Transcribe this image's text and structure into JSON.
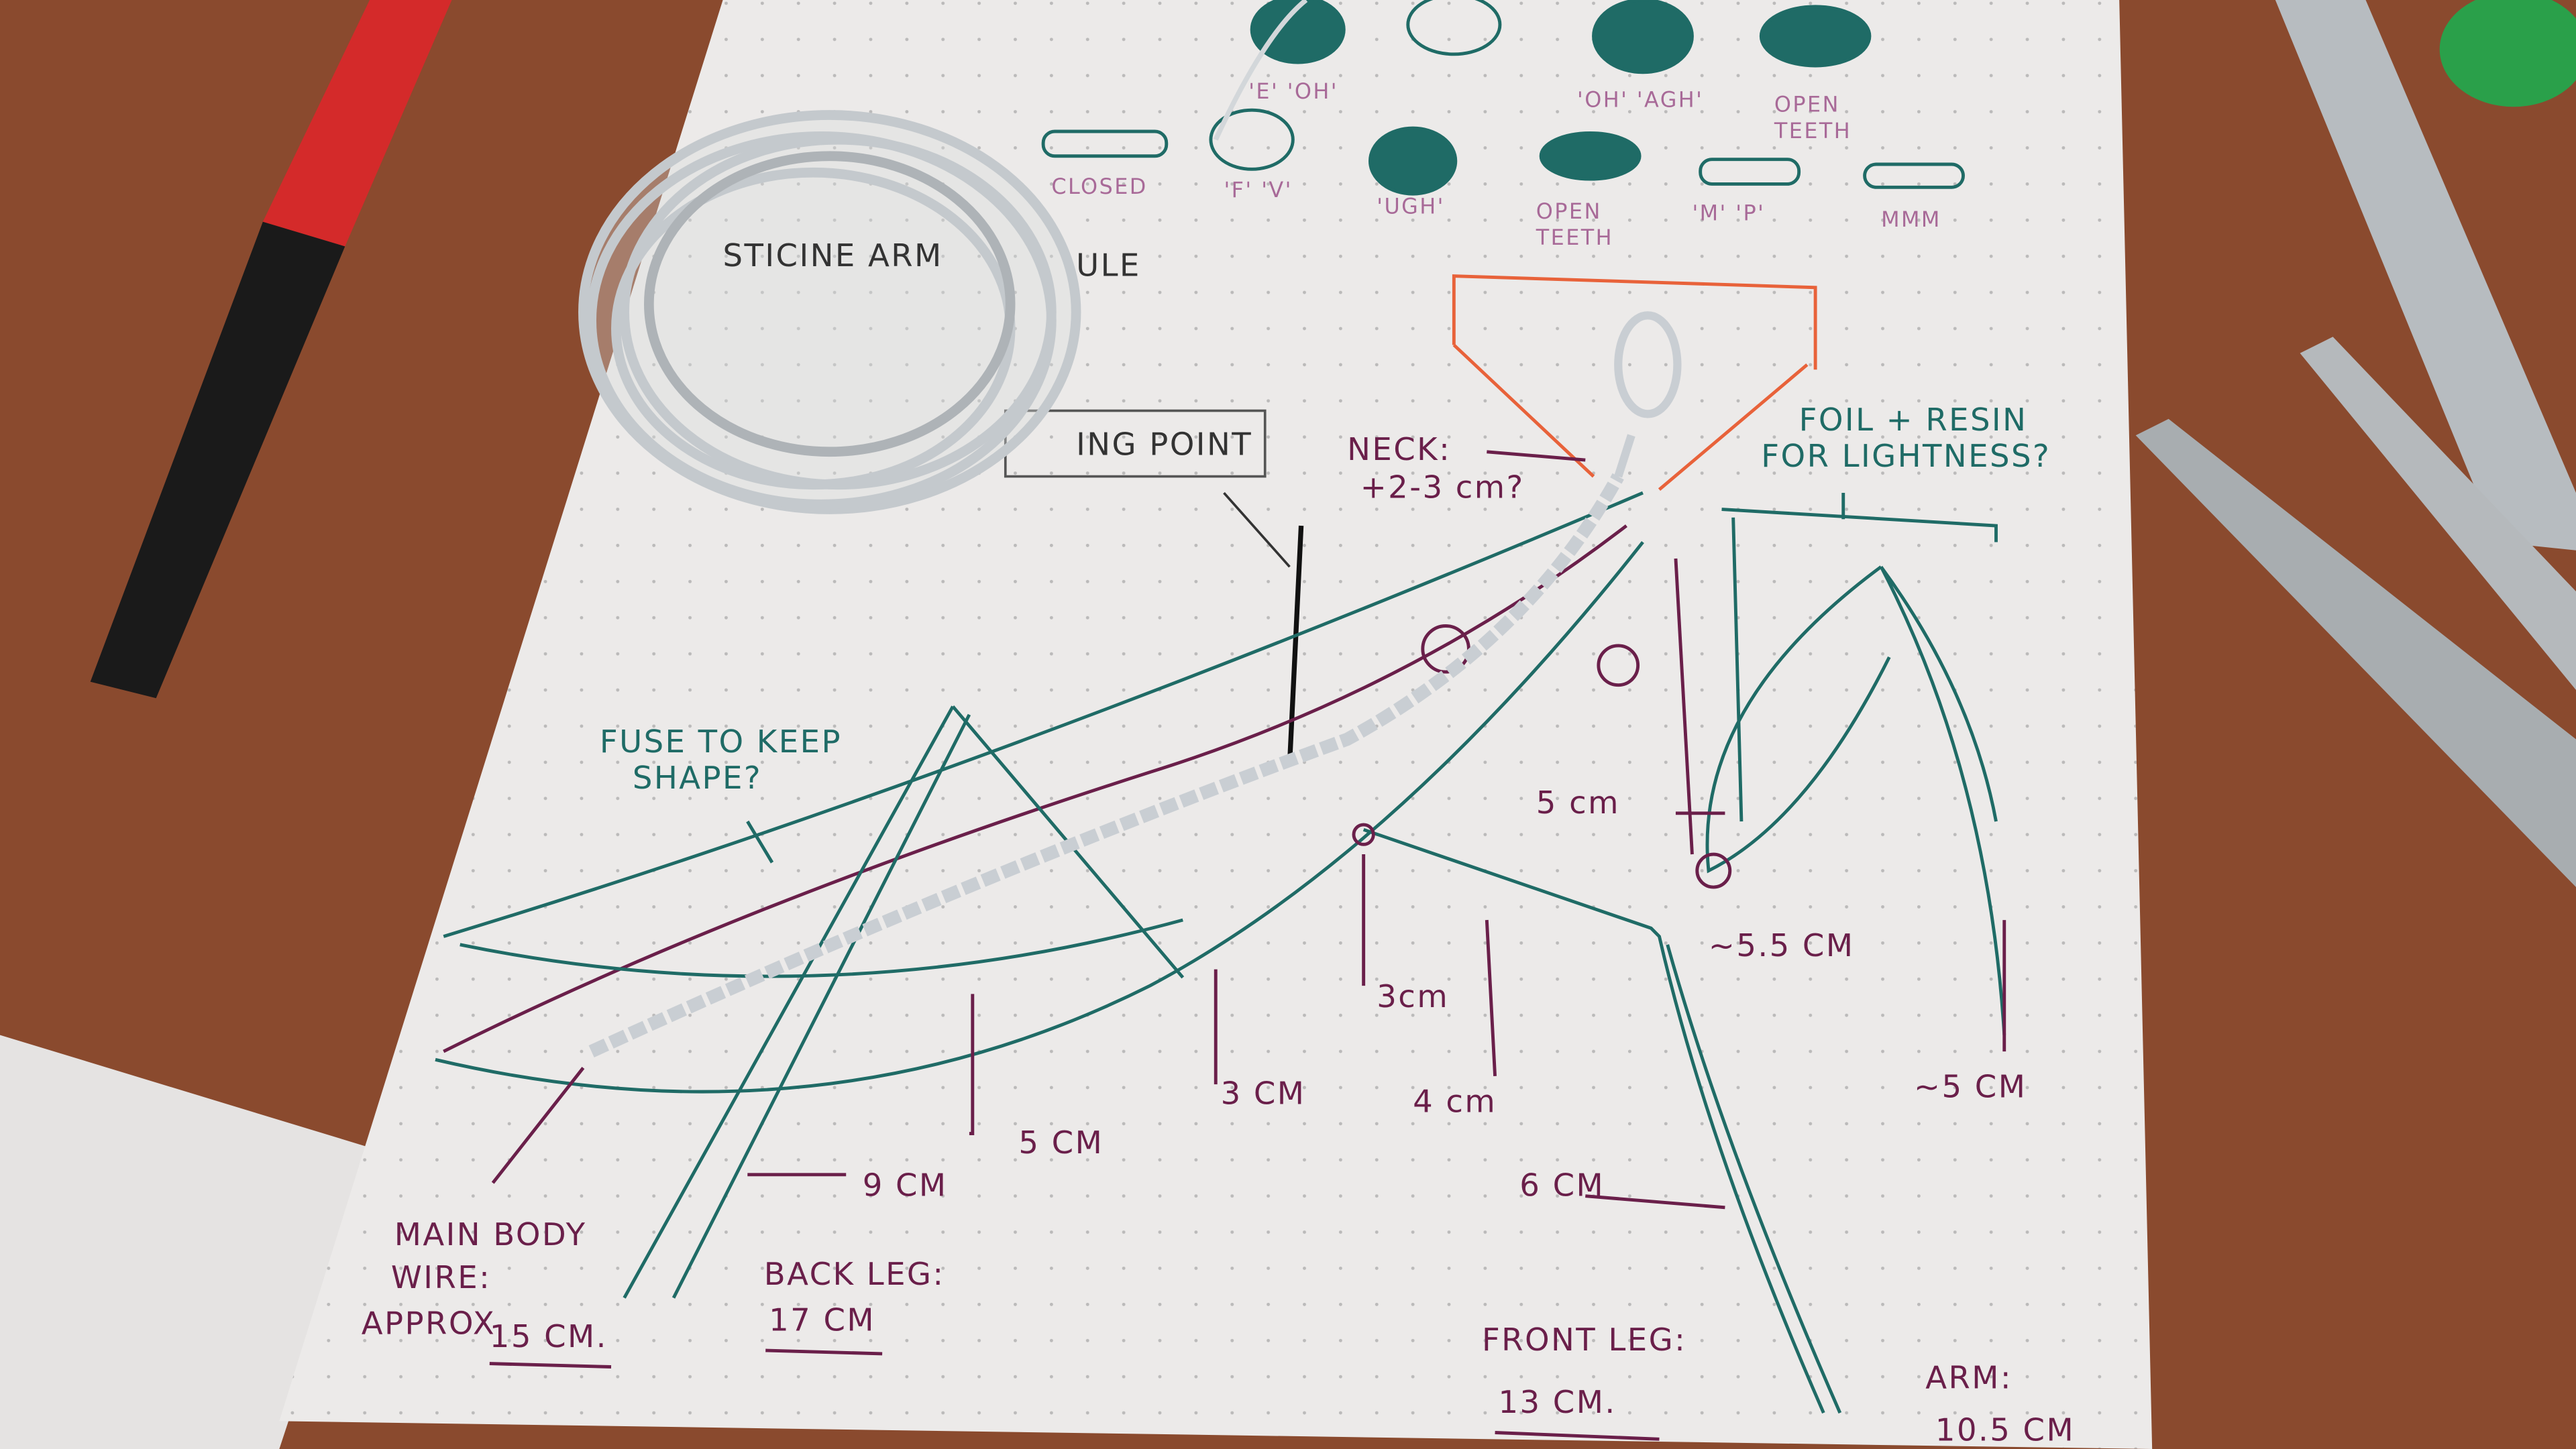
{
  "colors": {
    "desk": "#8a4a2e",
    "paper": "#eceae9",
    "teal_ink": "#1f6b66",
    "purple_ink": "#6a1f4a",
    "orange_ink": "#e8623a",
    "wire": "#c9ced3"
  },
  "mouth_shapes": {
    "row1": [
      "'E' 'OH'",
      "'OH' 'AGH'",
      "OPEN",
      "TEETH"
    ],
    "row2": [
      "CLOSED",
      "'F' 'V'",
      "'UGH'",
      "OPEN",
      "TEETH",
      "'M' 'P'",
      "MMM"
    ]
  },
  "title": "STICINE ARM",
  "title_end": "ULE",
  "pivot_label": "ING POINT",
  "neck_label": [
    "NECK:",
    "+2-3 cm?"
  ],
  "foil_note": [
    "FOIL + RESIN",
    "FOR LIGHTNESS?"
  ],
  "fuse_note": [
    "FUSE TO KEEP",
    "SHAPE?"
  ],
  "measurements": {
    "arm_upper": "5 cm",
    "arm_joint": "~5.5 CM",
    "front_upper": "3cm",
    "front_mid": "4 cm",
    "back_mid": "3 CM",
    "back_low": "5 CM",
    "back_leg": "9 CM",
    "front_low": "6 CM",
    "arm_low": "~5 CM"
  },
  "main_body": [
    "MAIN BODY",
    "WIRE:",
    "APPROX",
    "15 CM."
  ],
  "back_leg": [
    "BACK LEG:",
    "17 CM"
  ],
  "front_leg": [
    "FRONT LEG:",
    "13 CM."
  ],
  "arm": [
    "ARM:",
    "10.5 CM"
  ]
}
